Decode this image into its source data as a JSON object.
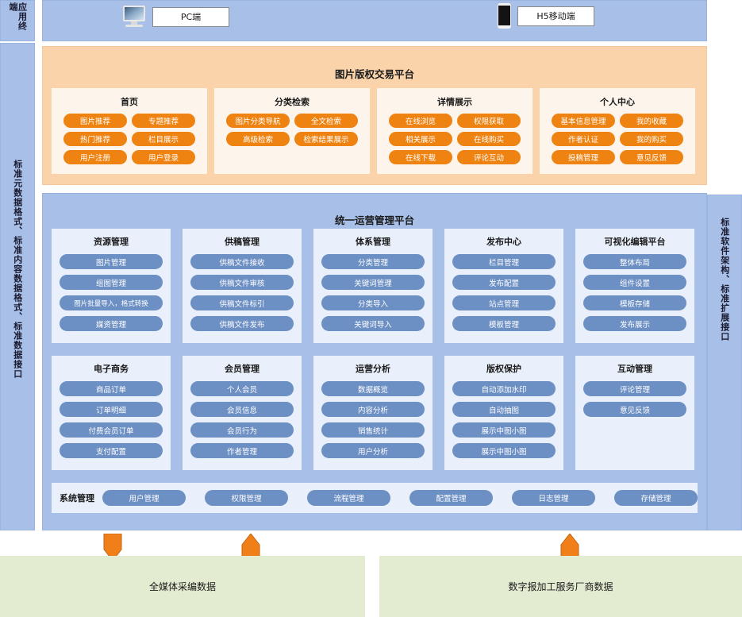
{
  "rails": {
    "top_left": "应用终端",
    "left": "标准元数据格式、标准内容数据格式、标准数据接口",
    "right": "标准软件架构、标准扩展接口"
  },
  "terminals": {
    "pc": {
      "label": "PC端",
      "icon": "desktop-monitor-icon"
    },
    "h5": {
      "label": "H5移动端",
      "icon": "mobile-phone-icon"
    }
  },
  "trading_platform": {
    "title": "图片版权交易平台",
    "cards": [
      {
        "title": "首页",
        "items": [
          "图片推荐",
          "专题推荐",
          "热门推荐",
          "栏目展示",
          "用户注册",
          "用户登录"
        ]
      },
      {
        "title": "分类检索",
        "items": [
          "图片分类导航",
          "全文检索",
          "高级检索",
          "检索结果展示"
        ]
      },
      {
        "title": "详情展示",
        "items": [
          "在线浏览",
          "权限获取",
          "相关展示",
          "在线购买",
          "在线下载",
          "评论互动"
        ]
      },
      {
        "title": "个人中心",
        "items": [
          "基本信息管理",
          "我的收藏",
          "作者认证",
          "我的购买",
          "投稿管理",
          "意见反馈"
        ]
      }
    ]
  },
  "unified_platform": {
    "title": "统一运营管理平台",
    "row1": [
      {
        "title": "资源管理",
        "items": [
          "图片管理",
          "组图管理",
          "图片批量导入，格式转换",
          "媒资管理"
        ]
      },
      {
        "title": "供稿管理",
        "items": [
          "供稿文件接收",
          "供稿文件审核",
          "供稿文件标引",
          "供稿文件发布"
        ]
      },
      {
        "title": "体系管理",
        "items": [
          "分类管理",
          "关键词管理",
          "分类导入",
          "关键词导入"
        ]
      },
      {
        "title": "发布中心",
        "items": [
          "栏目管理",
          "发布配置",
          "站点管理",
          "模板管理"
        ]
      },
      {
        "title": "可视化编辑平台",
        "items": [
          "整体布局",
          "组件设置",
          "模板存储",
          "发布展示"
        ]
      }
    ],
    "row2": [
      {
        "title": "电子商务",
        "items": [
          "商品订单",
          "订单明细",
          "付费会员订单",
          "支付配置"
        ]
      },
      {
        "title": "会员管理",
        "items": [
          "个人会员",
          "会员信息",
          "会员行为",
          "作者管理"
        ]
      },
      {
        "title": "运营分析",
        "items": [
          "数据概览",
          "内容分析",
          "销售统计",
          "用户分析"
        ]
      },
      {
        "title": "版权保护",
        "items": [
          "自动添加水印",
          "自动抽图",
          "展示中图小图",
          "展示中图小图"
        ]
      },
      {
        "title": "互动管理",
        "items": [
          "评论管理",
          "意见反馈"
        ]
      }
    ],
    "system_management": {
      "label": "系统管理",
      "items": [
        "用户管理",
        "权限管理",
        "流程管理",
        "配置管理",
        "日志管理",
        "存储管理"
      ]
    }
  },
  "data_sources": [
    {
      "label": "全媒体采编数据"
    },
    {
      "label": "数字报加工服务厂商数据"
    }
  ],
  "colors": {
    "band_blue": "#a8c0e8",
    "platform_orange": "#fad3ab",
    "card_orange": "#fdf5ec",
    "card_blue": "#e9f0fb",
    "pill_orange": "#ef8312",
    "pill_blue": "#6c8fc4",
    "green": "#e3ebd1",
    "arrow_orange": "#f07f1a"
  }
}
